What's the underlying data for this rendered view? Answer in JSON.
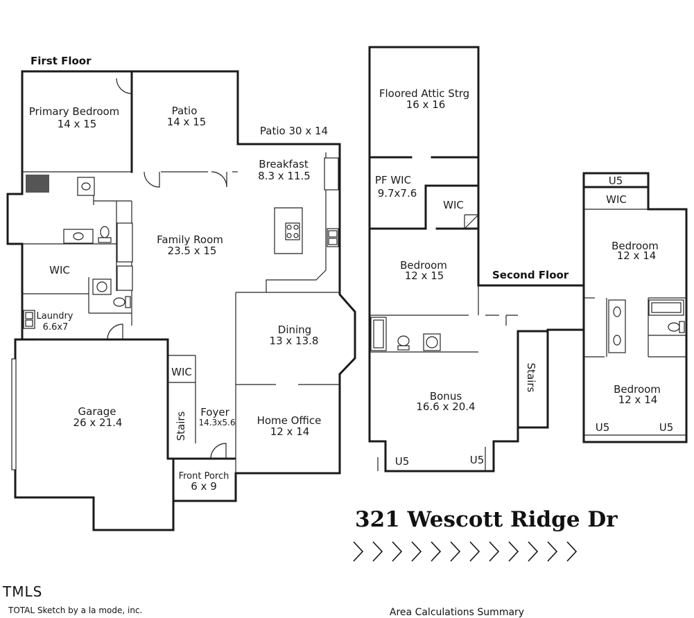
{
  "first_floor": {
    "title": "First Floor",
    "rooms": {
      "primary_bedroom": {
        "name": "Primary Bedroom",
        "size": "14 x 15"
      },
      "patio": {
        "name": "Patio",
        "size": "14 x 15"
      },
      "patio_outdoor": {
        "label": "Patio 30 x 14"
      },
      "breakfast": {
        "name": "Breakfast",
        "size": "8.3 x 11.5"
      },
      "family_room": {
        "name": "Family Room",
        "size": "23.5 x 15"
      },
      "wic": {
        "name": "WIC"
      },
      "laundry": {
        "name": "Laundry",
        "size": "6.6x7"
      },
      "dining": {
        "name": "Dining",
        "size": "13 x 13.8"
      },
      "garage": {
        "name": "Garage",
        "size": "26 x 21.4"
      },
      "wic2": {
        "name": "WIC"
      },
      "stairs": {
        "name": "Stairs"
      },
      "foyer": {
        "name": "Foyer",
        "size": "14.3x5.6"
      },
      "home_office": {
        "name": "Home Office",
        "size": "12 x 14"
      },
      "front_porch": {
        "name": "Front Porch",
        "size": "6 x 9"
      }
    }
  },
  "second_floor": {
    "title": "Second Floor",
    "rooms": {
      "floored_attic": {
        "name": "Floored Attic Strg",
        "size": "16 x 16"
      },
      "pf_wic": {
        "name": "PF WIC",
        "size": "9.7x7.6"
      },
      "wic_a": {
        "name": "WIC"
      },
      "bedroom_a": {
        "name": "Bedroom",
        "size": "12 x 15"
      },
      "bonus": {
        "name": "Bonus",
        "size": "16.6 x 20.4"
      },
      "stairs": {
        "name": "Stairs"
      },
      "u5_bonus_left": "U5",
      "u5_bonus_right": "U5",
      "u5_top": "U5",
      "wic_b": {
        "name": "WIC"
      },
      "bedroom_b": {
        "name": "Bedroom",
        "size": "12 x 14"
      },
      "bedroom_c": {
        "name": "Bedroom",
        "size": "12 x 14"
      },
      "u5_bottom_left": "U5",
      "u5_bottom_right": "U5"
    }
  },
  "address": "321 Wescott Ridge Dr",
  "brand": "TMLS",
  "sketch_credit": "TOTAL Sketch by a la mode, inc.",
  "summary_label": "Area Calculations Summary"
}
